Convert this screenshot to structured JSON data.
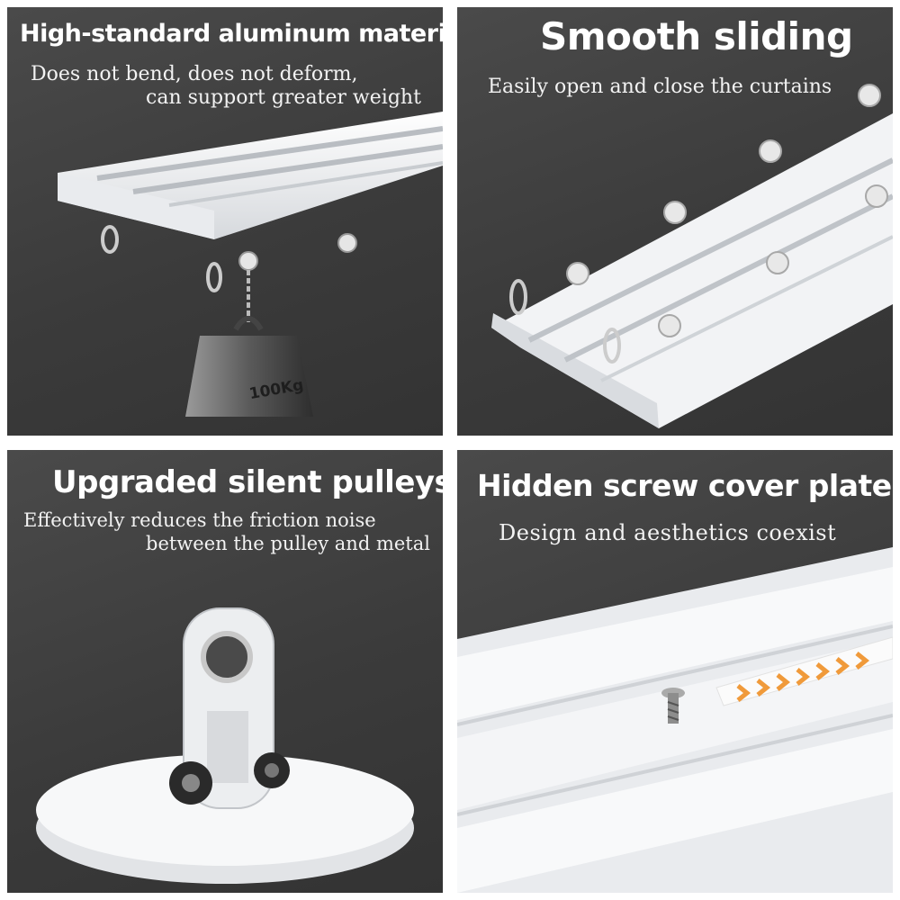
{
  "panels": [
    {
      "title": "High-standard aluminum material",
      "desc_line1": "Does not bend, does not deform,",
      "desc_line2": "can support greater weight",
      "weight_label": "100Kg"
    },
    {
      "title": "Smooth sliding",
      "desc_line1": "Easily open and close the curtains"
    },
    {
      "title": "Upgraded silent pulleys",
      "desc_line1": "Effectively reduces the friction noise",
      "desc_line2": "between the pulley and metal"
    },
    {
      "title": "Hidden screw cover plate",
      "desc_line1": "Design and aesthetics coexist"
    }
  ]
}
